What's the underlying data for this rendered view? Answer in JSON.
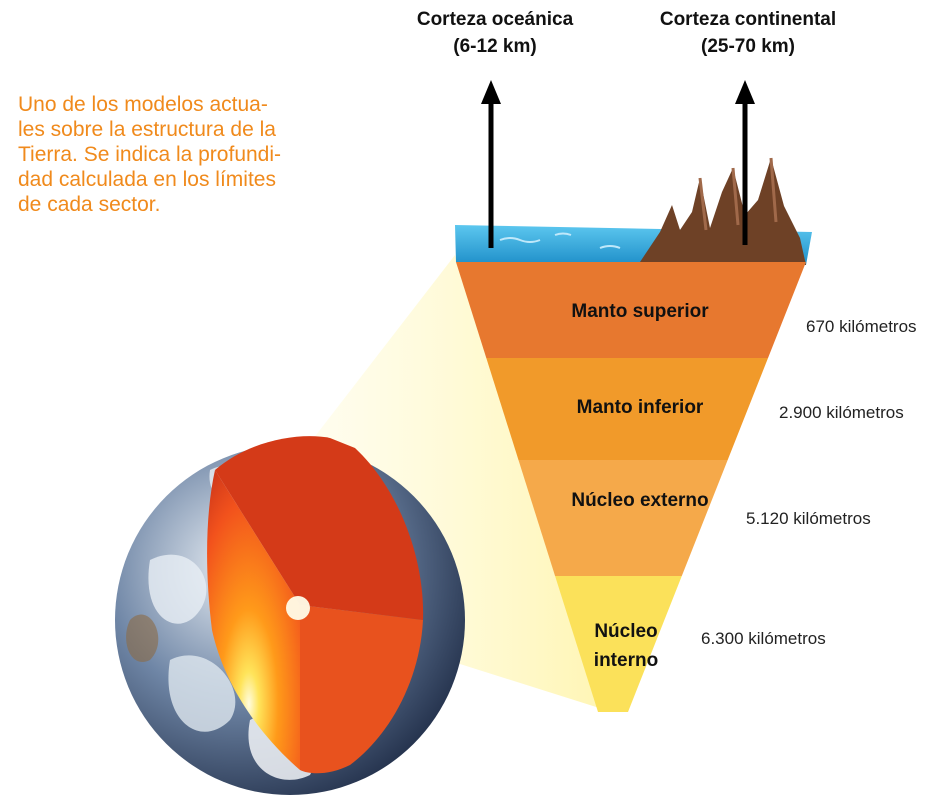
{
  "caption": "Uno de los modelos actua-\nles sobre la estructura de la\nTierra. Se indica la profundi-\ndad calculada en los límites\nde cada sector.",
  "crust": {
    "oceanic": "Corteza oceánica\n(6-12 km)",
    "continental": "Corteza continental\n(25-70 km)"
  },
  "layers": [
    {
      "name": "Manto superior",
      "color": "#e7782f"
    },
    {
      "name": "Manto inferior",
      "color": "#f19a2a"
    },
    {
      "name": "Núcleo externo",
      "color": "#f5a94a"
    },
    {
      "name": "Núcleo\ninterno",
      "color": "#fbe15a"
    }
  ],
  "depths": [
    "670 kilómetros",
    "2.900 kilómetros",
    "5.120 kilómetros",
    "6.300 kilómetros"
  ],
  "colors": {
    "ocean": "#2ea4d8",
    "mountain": "#7b4a2c",
    "ray": "#fff3a0",
    "arrow": "#000000",
    "caption": "#f08a1c"
  }
}
